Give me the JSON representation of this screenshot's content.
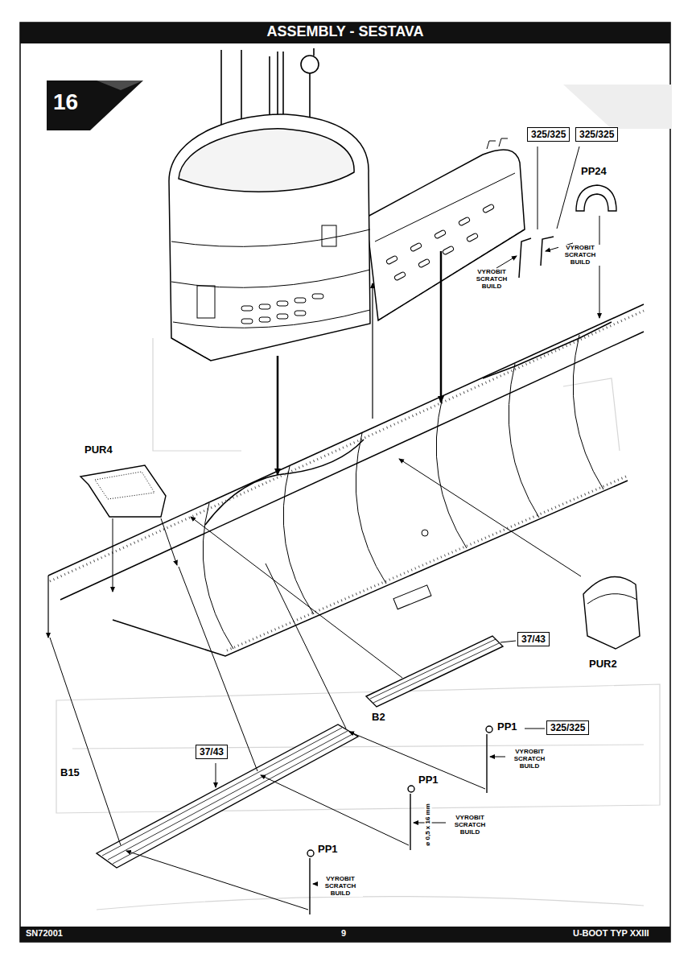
{
  "diagram": {
    "title": "ASSEMBLY - SESTAVA",
    "nodes": [
      {
        "text": [
          "325/325"
        ]
      },
      {
        "text": [
          "325/325"
        ]
      },
      {
        "text": [
          "37/43"
        ]
      },
      {
        "text": [
          "325/325"
        ]
      },
      {
        "text": [
          "37/43"
        ]
      }
    ],
    "labels": [
      "16",
      "PP24",
      "VYROBIT SCRATCH BUILD",
      "VYROBIT SCRATCH BUILD",
      "PUR4",
      "PUR2",
      "B2",
      "PP1",
      "VYROBIT SCRATCH BUILD",
      "PP1",
      "ø 0,5 x 16 mm",
      "VYROBIT SCRATCH BUILD",
      "B15",
      "PP1",
      "VYROBIT SCRATCH BUILD",
      "SN72001",
      "9",
      "U-BOOT TYP XXIII"
    ]
  }
}
